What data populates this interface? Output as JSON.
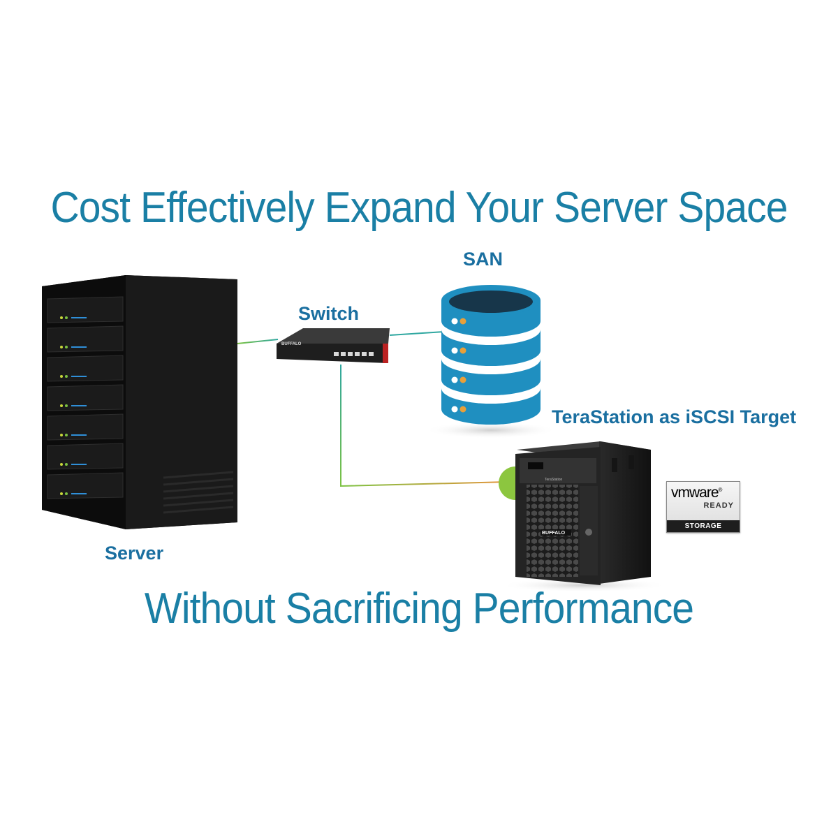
{
  "title": "Cost Effectively Expand Your Server Space",
  "subtitle": "Without Sacrificing Performance",
  "nodes": {
    "server": "Server",
    "switch": "Switch",
    "san": "SAN",
    "terastation": "TeraStation as iSCSI Target"
  },
  "badge": {
    "brand": "vmware",
    "ready": "READY",
    "storage": "STORAGE"
  },
  "device_text": {
    "switch_brand": "BUFFALO",
    "nas_brand": "BUFFALO",
    "nas_model": "TeraStation"
  },
  "colors": {
    "headline": "#1a7fa5",
    "label": "#1a6fa0",
    "san_blue": "#1f8fc0",
    "link_green": "#7cc242",
    "link_teal": "#2fa7a0",
    "link_orange": "#e8923a"
  }
}
